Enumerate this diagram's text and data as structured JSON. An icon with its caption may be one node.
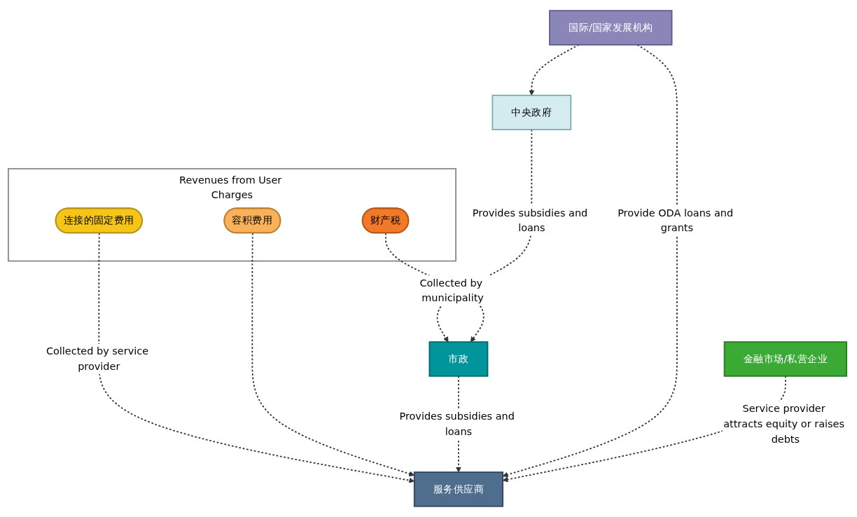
{
  "diagram": {
    "nodes": [
      {
        "text": [
          "市政"
        ]
      },
      {
        "text": [
          "Revenues from User Charges"
        ]
      },
      {
        "text": [
          "财产税"
        ],
        "in": 1
      },
      {
        "text": [
          "连接的固定费用"
        ],
        "in": 1
      },
      {
        "text": [
          "容积费用"
        ],
        "in": 1
      },
      {
        "text": [
          "中央政府"
        ]
      },
      {
        "text": [
          "服务供应商"
        ]
      },
      {
        "text": [
          "金融市场/私营企业"
        ]
      },
      {
        "text": [
          "国际/国家发展机构"
        ]
      }
    ],
    "edges": [
      {
        "from": 5,
        "to": 0,
        "arrow": "to",
        "label": "Provides subsidies and loans",
        "style": "dashed"
      },
      {
        "from": 2,
        "to": 0,
        "arrow": "to",
        "label": "Collected by municipality",
        "style": "dashed"
      },
      {
        "from": 3,
        "to": 6,
        "arrow": "to",
        "label": "Collected by service provider",
        "style": "dashed"
      },
      {
        "from": 4,
        "to": 6,
        "arrow": "to",
        "style": "dashed"
      },
      {
        "from": 0,
        "to": 6,
        "arrow": "to",
        "label": "Provides subsidies and loans",
        "style": "dashed"
      },
      {
        "from": 8,
        "to": 6,
        "arrow": "to",
        "label": "Provide ODA loans and grants",
        "style": "dashed"
      },
      {
        "from": 8,
        "to": 5,
        "arrow": "to",
        "style": "dashed"
      },
      {
        "from": 7,
        "to": 6,
        "arrow": "to",
        "label": "Service provider attracts equity or raises debts",
        "style": "dashed"
      }
    ]
  }
}
